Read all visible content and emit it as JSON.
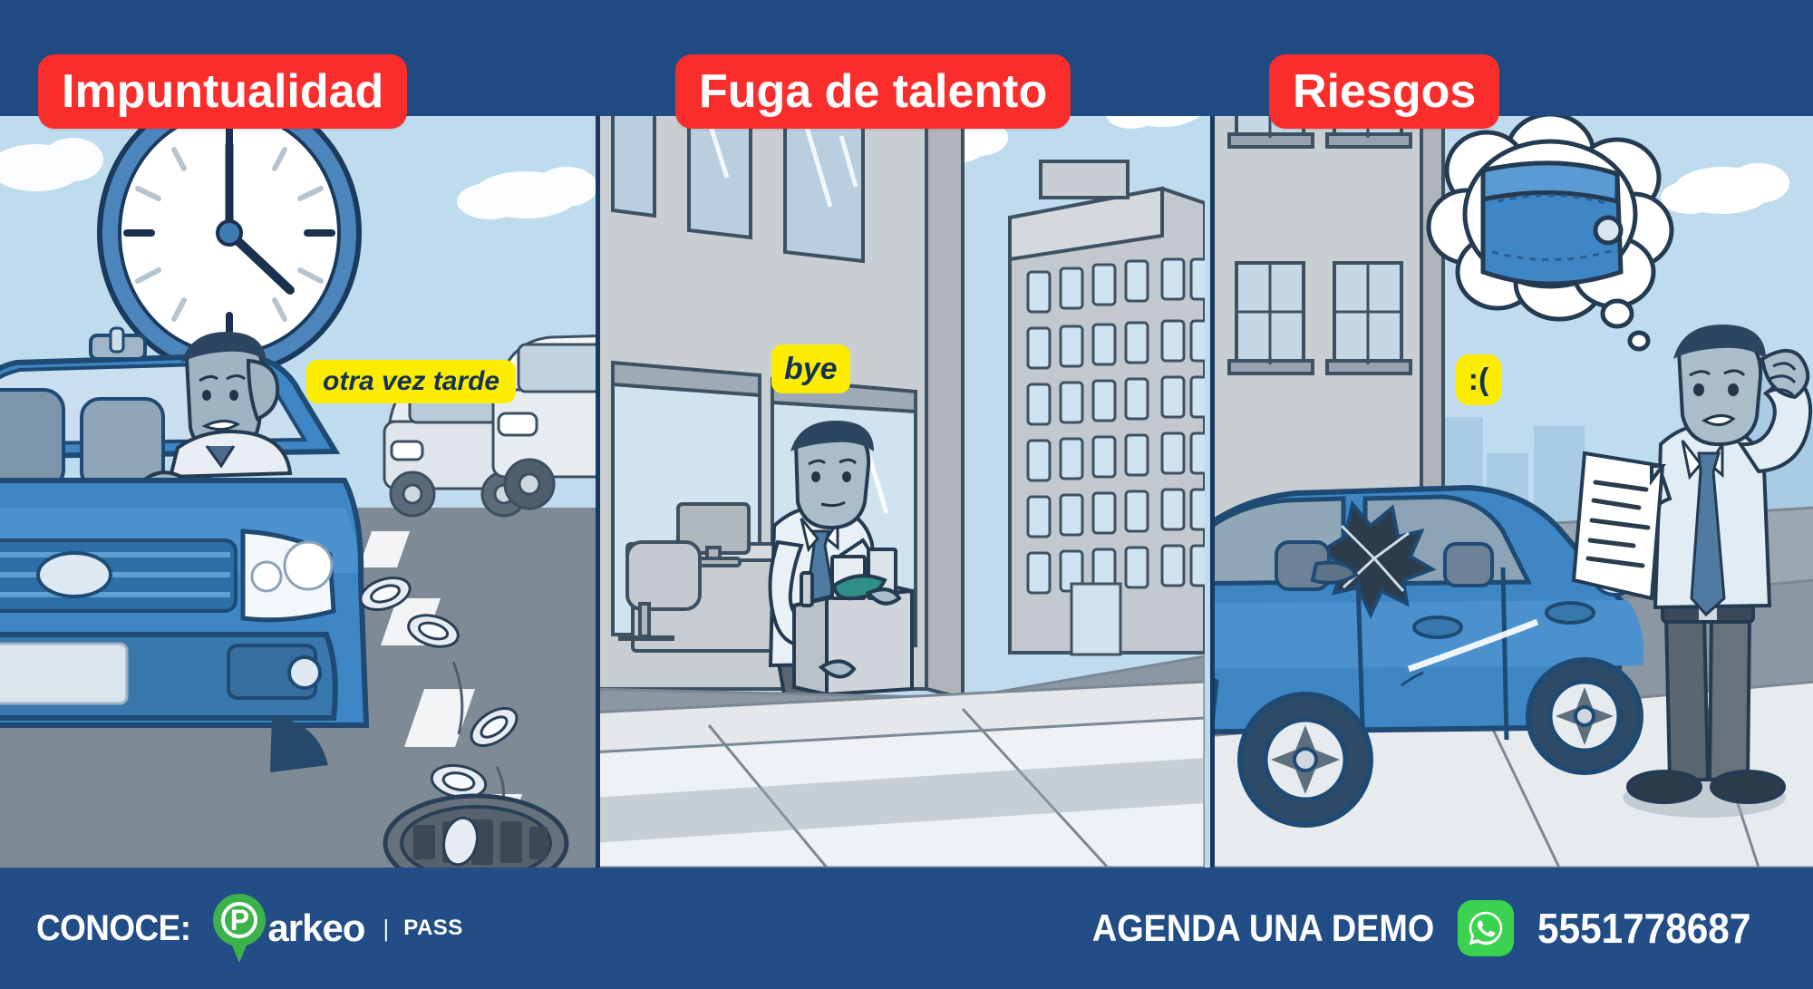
{
  "brand": {
    "accent_red": "#FA2D2D",
    "navy": "#1F4B82",
    "sky": "#BEDCEE",
    "yellow": "#FCED00",
    "green": "#3CB34A",
    "whatsapp_green": "#3AD24F"
  },
  "panels": [
    {
      "id": "impuntualidad",
      "badge": "Impuntualidad",
      "note": "otra vez tarde",
      "scene": "driver stuck in traffic under a large clock, coins falling into a storm drain",
      "clock": {
        "hour": 4,
        "minute": 0
      }
    },
    {
      "id": "fuga-de-talento",
      "badge": "Fuga de talento",
      "note": "bye",
      "scene": "employee leaving an office building carrying a box of belongings"
    },
    {
      "id": "riesgos",
      "badge": "Riesgos",
      "note": ":(",
      "scene": "man with a ticket next to a car with a broken window, thinking about his wallet"
    }
  ],
  "footer": {
    "conoce_label": "CONOCE:",
    "brand_name": "arkeo",
    "brand_initial": "P",
    "brand_separator": "|",
    "brand_suffix": "PASS",
    "cta_label": "AGENDA UNA DEMO",
    "phone": "5551778687",
    "whatsapp_icon": "whatsapp-icon"
  }
}
